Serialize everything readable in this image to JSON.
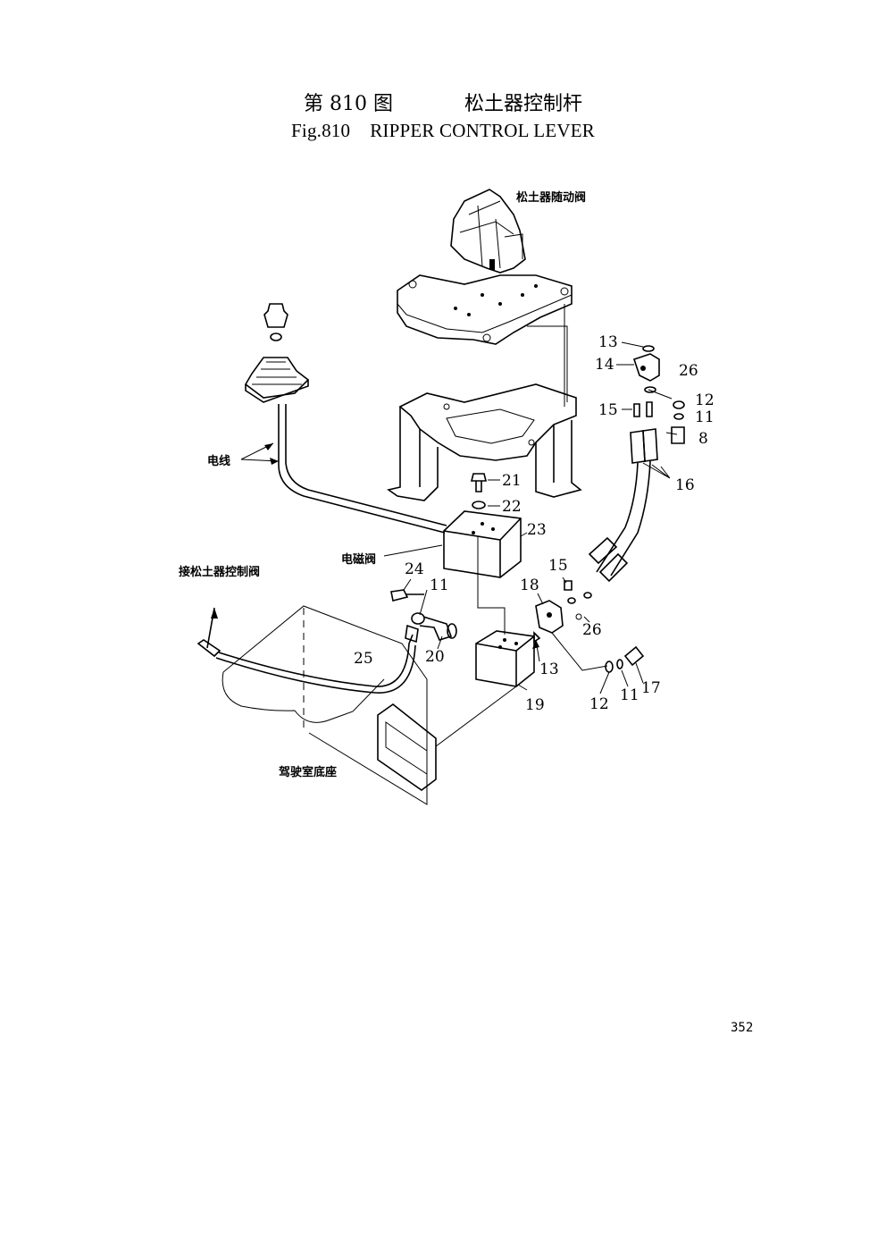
{
  "title": {
    "cn_fig": "第 810 图",
    "cn_name": "松土器控制杆",
    "en_fig": "Fig.810",
    "en_name": "RIPPER CONTROL LEVER"
  },
  "callouts": {
    "c13a": "13",
    "c14": "14",
    "c26a": "26",
    "c12a": "12",
    "c15a": "15",
    "c11a": "11",
    "c8": "8",
    "c16": "16",
    "c21": "21",
    "c22": "22",
    "c23": "23",
    "c24": "24",
    "c11b": "11",
    "c15b": "15",
    "c18": "18",
    "c26b": "26",
    "c20": "20",
    "c25": "25",
    "c13b": "13",
    "c19": "19",
    "c12b": "12",
    "c11c": "11",
    "c17": "17"
  },
  "cn_labels": {
    "follow_valve": "松土器随动阀",
    "wire": "电线",
    "solenoid_valve": "电磁阀",
    "to_ripper_valve": "接松土器控制阀",
    "cab_base": "驾驶室底座"
  },
  "page_number": "352"
}
